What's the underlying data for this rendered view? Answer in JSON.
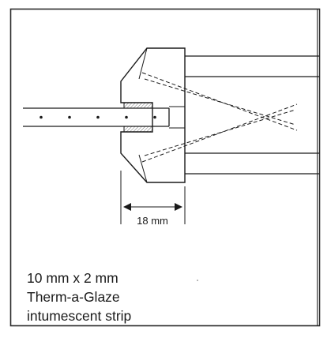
{
  "dimension": {
    "label": "18 mm"
  },
  "caption": {
    "lines": [
      "10 mm x 2 mm",
      "Therm-a-Glaze",
      "intumescent strip"
    ]
  },
  "colors": {
    "line": "#1a1a1a",
    "frame": "#2a2a2a",
    "hatch": "#9a9a9a",
    "background": "#ffffff"
  }
}
